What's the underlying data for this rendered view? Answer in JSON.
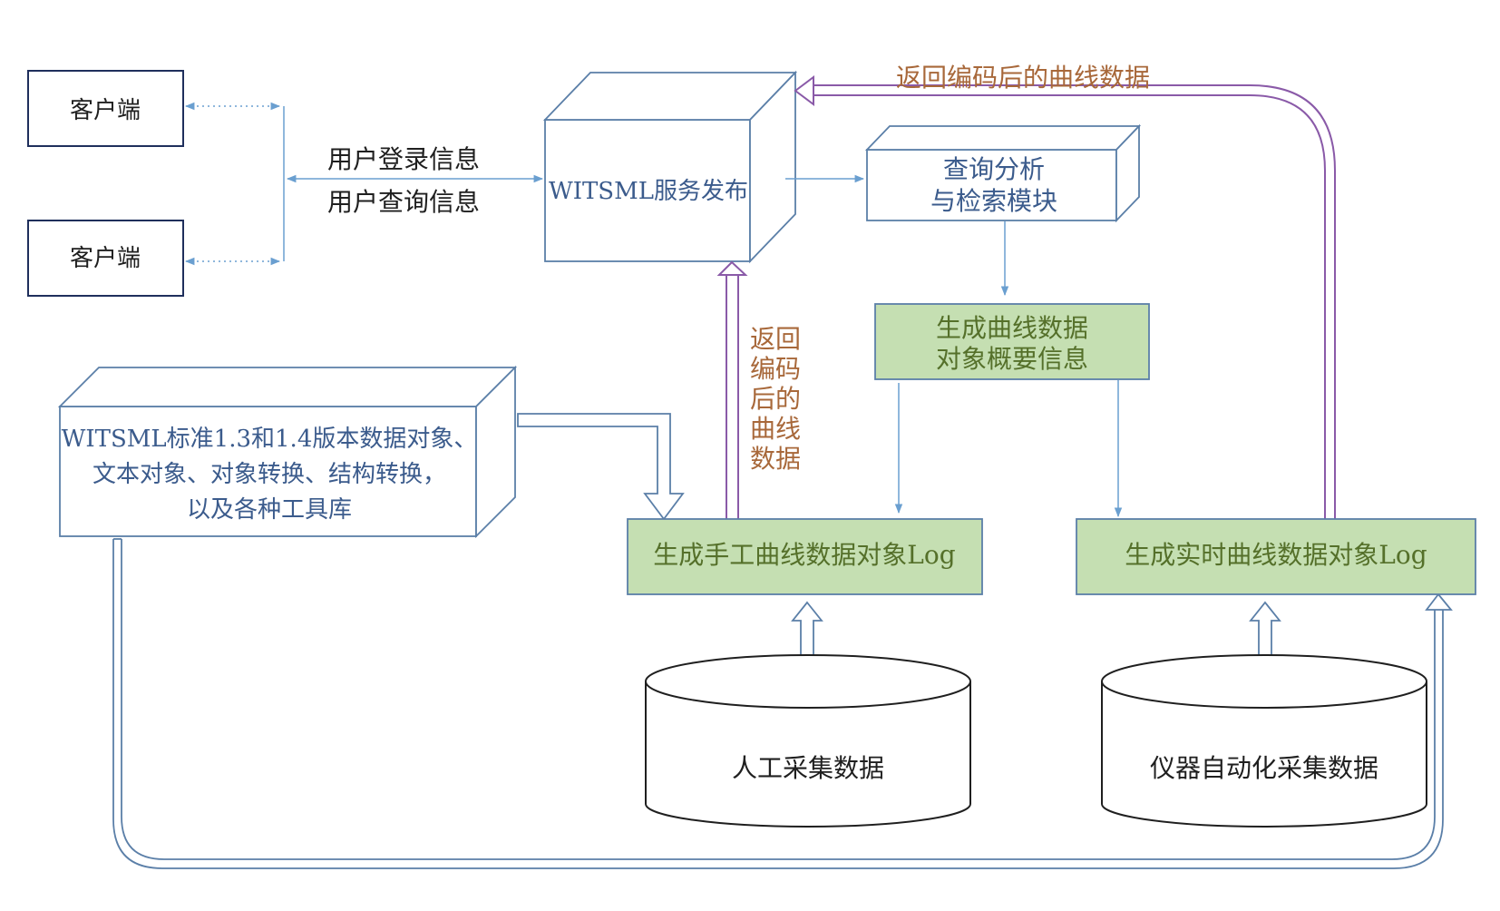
{
  "clients": [
    {
      "label": "客户端"
    },
    {
      "label": "客户端"
    }
  ],
  "user_info": {
    "line1": "用户登录信息",
    "line2": "用户查询信息"
  },
  "witsml_publish": {
    "label": "WITSML服务发布"
  },
  "query_module": {
    "line1": "查询分析",
    "line2": "与检索模块"
  },
  "summary_box": {
    "line1": "生成曲线数据",
    "line2": "对象概要信息"
  },
  "return_top": {
    "label": "返回编码后的曲线数据"
  },
  "return_vertical": {
    "lines": [
      "返回",
      "编码",
      "后的",
      "曲线",
      "数据"
    ]
  },
  "standard_library": {
    "line1": "WITSML标准1.3和1.4版本数据对象、",
    "line2": "文本对象、对象转换、结构转换，",
    "line3": "以及各种工具库"
  },
  "manual_log": {
    "label": "生成手工曲线数据对象Log"
  },
  "realtime_log": {
    "label": "生成实时曲线数据对象Log"
  },
  "manual_db": {
    "label": "人工采集数据"
  },
  "instrument_db": {
    "label": "仪器自动化采集数据"
  },
  "colors": {
    "box_stroke": "#1f2f5c",
    "blue_stroke": "#5b7fa8",
    "arrow_blue": "#6a9fd0",
    "green_fill": "#c5dfb2",
    "purple": "#8a5aa8",
    "brown_text": "#a8683a"
  }
}
